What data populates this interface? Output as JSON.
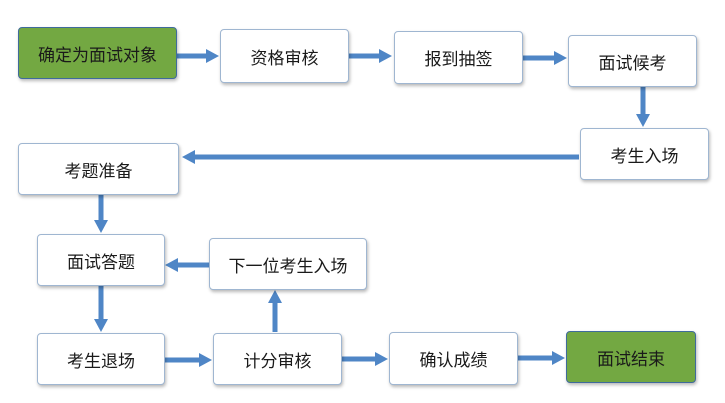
{
  "nodes": {
    "n1": "确定为面试对象",
    "n2": "资格审核",
    "n3": "报到抽签",
    "n4": "面试候考",
    "n5": "考生入场",
    "n6": "考题准备",
    "n7": "面试答题",
    "n8": "下一位考生入场",
    "n9": "考生退场",
    "n10": "计分审核",
    "n11": "确认成绩",
    "n12": "面试结束"
  },
  "colors": {
    "start_end_fill": "#73a842",
    "node_border": "#9fb6d1",
    "arrow": "#4f86c6"
  }
}
